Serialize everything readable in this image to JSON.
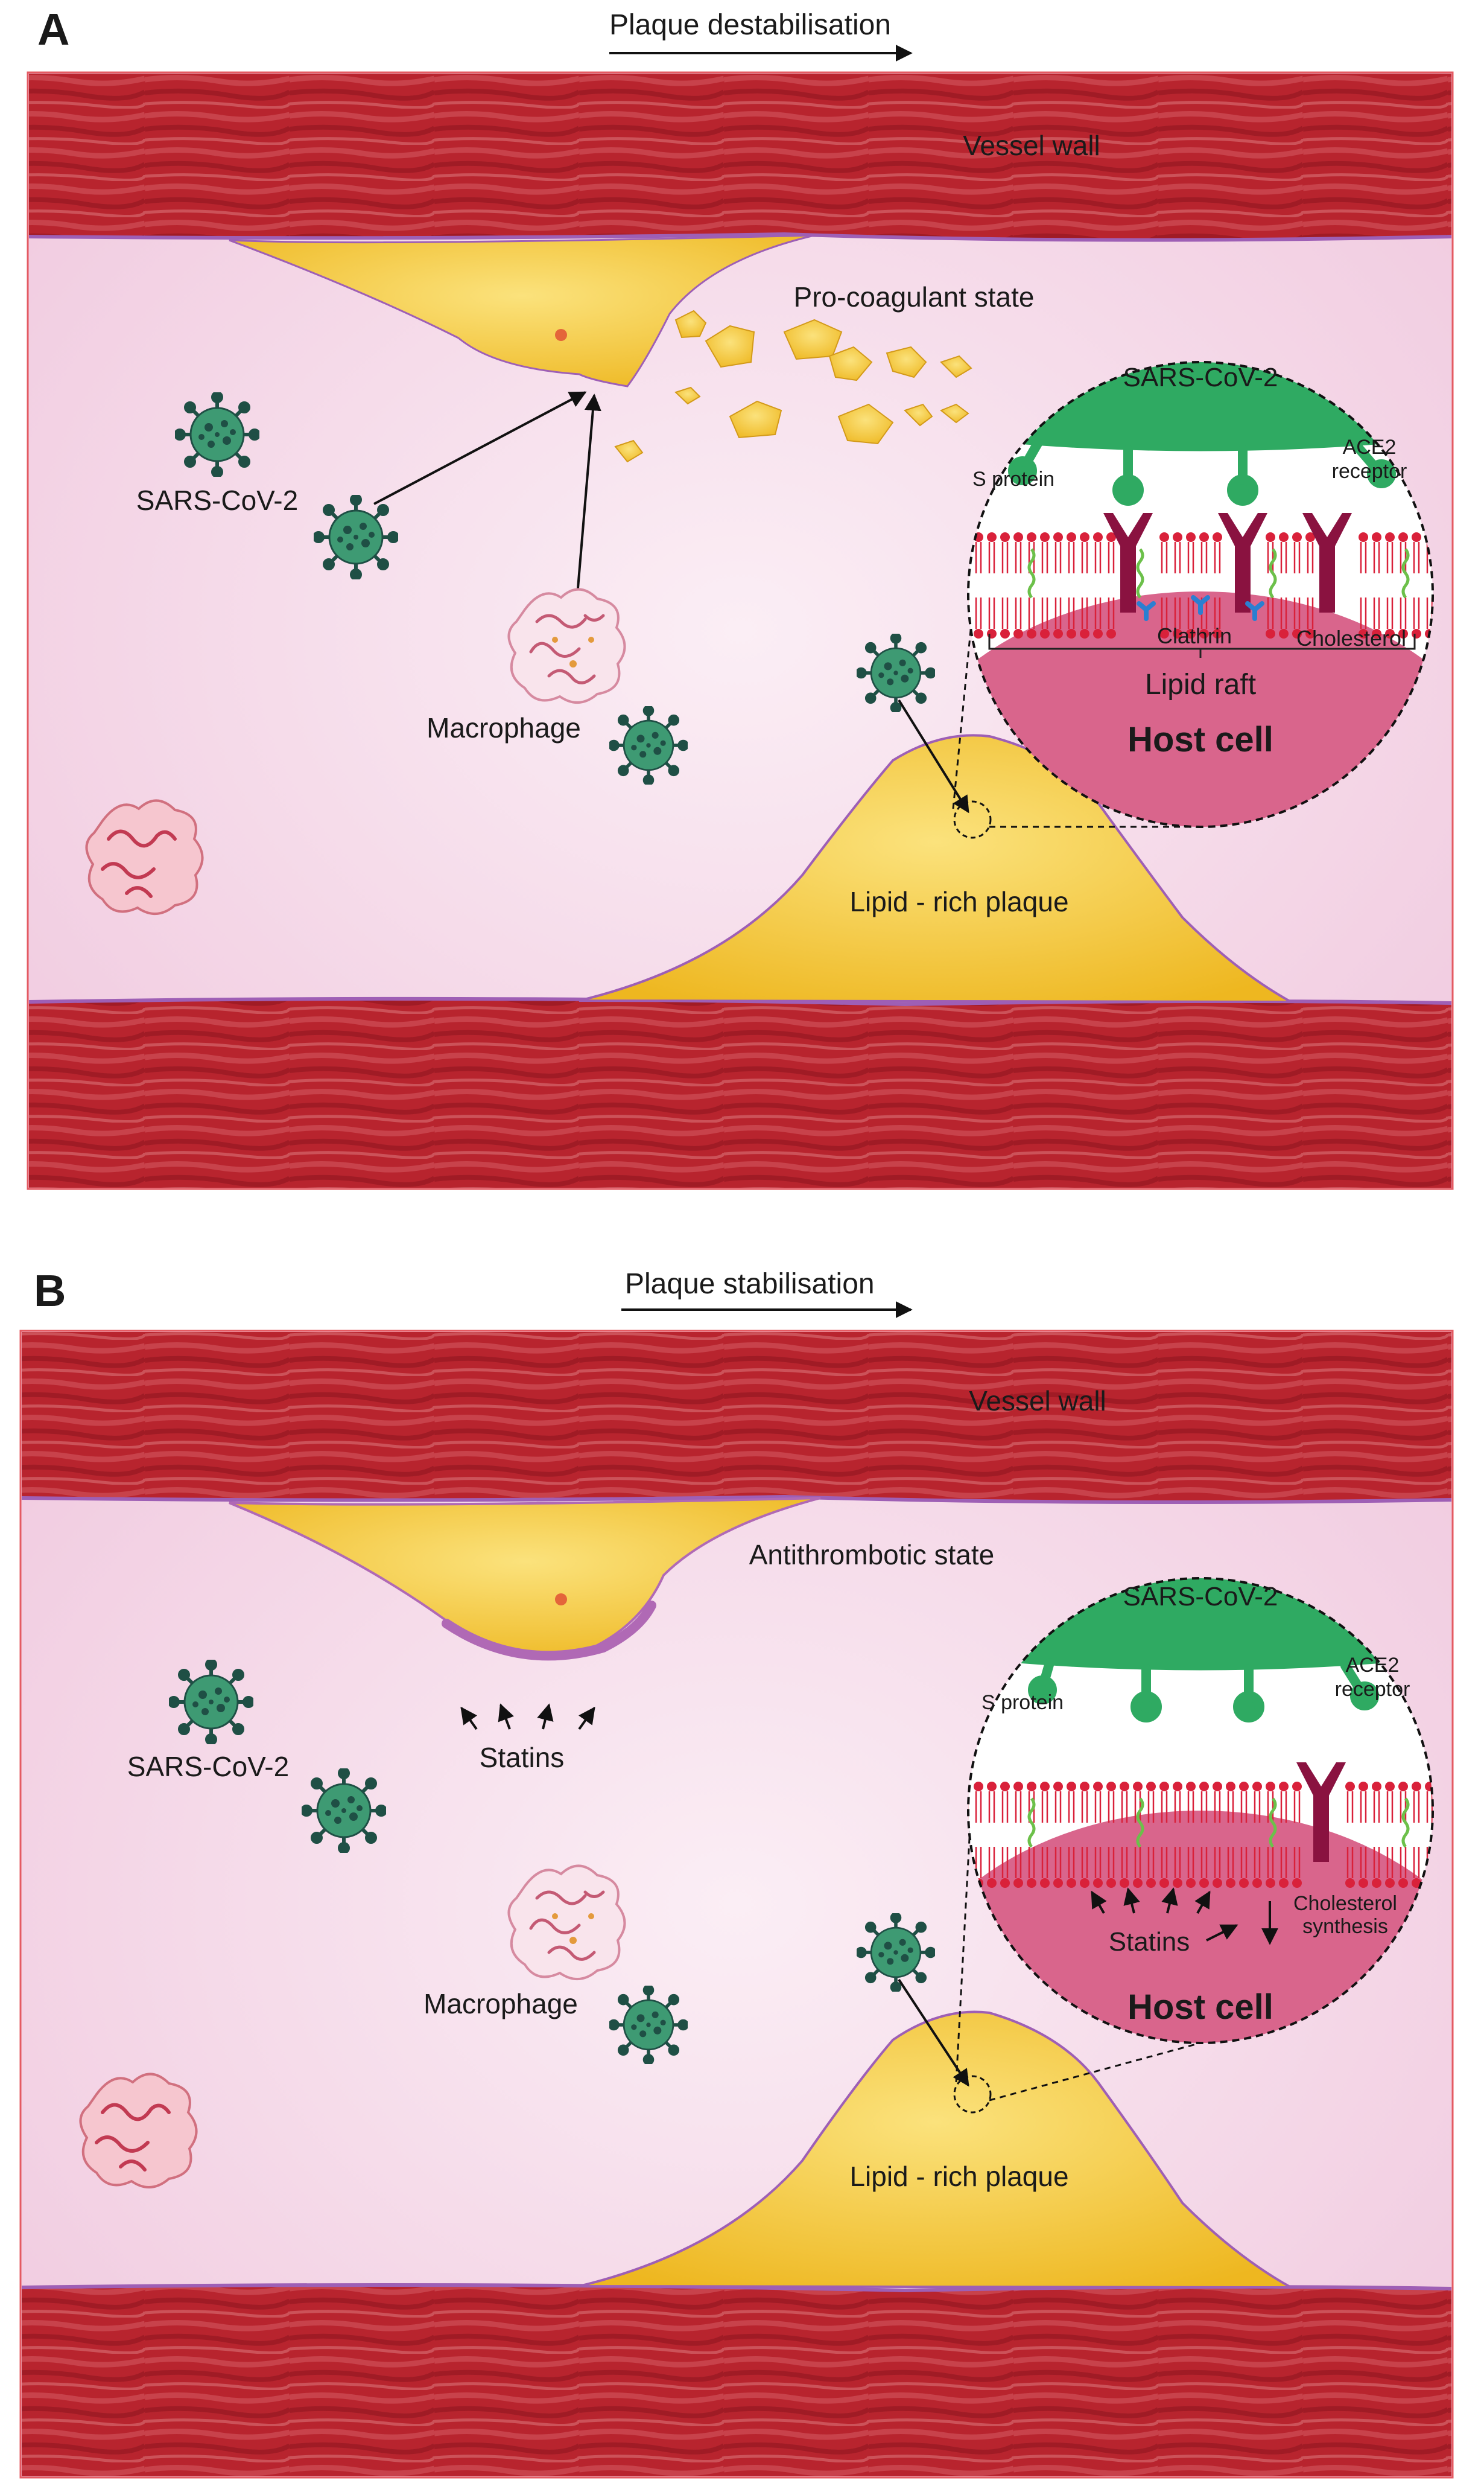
{
  "panels": [
    {
      "letter": "A",
      "header": "Plaque destabilisation",
      "vessel_wall": "Vessel wall",
      "state": "Pro-coagulant state",
      "virus": "SARS-CoV-2",
      "macrophage": "Macrophage",
      "plaque": "Lipid - rich plaque",
      "inset": {
        "virus": "SARS-CoV-2",
        "s_protein": "S protein",
        "ace2_line1": "ACE2",
        "ace2_line2": "receptor",
        "clathrin": "Clathrin",
        "cholesterol": "Cholesterol",
        "lipid_raft": "Lipid raft",
        "host_cell": "Host cell"
      }
    },
    {
      "letter": "B",
      "header": "Plaque stabilisation",
      "vessel_wall": "Vessel wall",
      "state": "Antithrombotic state",
      "statins": "Statins",
      "virus": "SARS-CoV-2",
      "macrophage": "Macrophage",
      "plaque": "Lipid - rich plaque",
      "inset": {
        "virus": "SARS-CoV-2",
        "s_protein": "S protein",
        "ace2_line1": "ACE2",
        "ace2_line2": "receptor",
        "statins": "Statins",
        "cholesterol_line1": "Cholesterol",
        "cholesterol_line2": "synthesis",
        "host_cell": "Host cell"
      }
    }
  ],
  "colors": {
    "vessel_wall": "#b8242e",
    "lumen": "#f7dcec",
    "plaque": "#f3c93b",
    "virus": "#3e9a73",
    "spike": "#1f4f45",
    "inset_virus": "#2faa62",
    "host_cell": "#d9658c",
    "receptor": "#8a1240",
    "statin_cap": "#b069b5"
  }
}
